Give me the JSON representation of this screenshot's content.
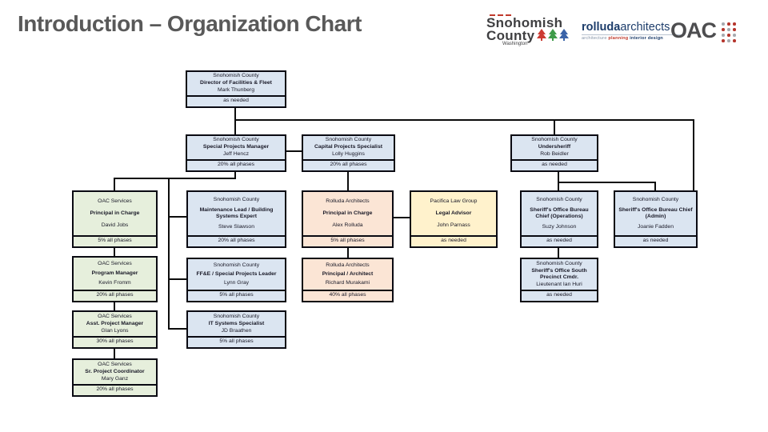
{
  "page": {
    "title": "Introduction – Organization Chart"
  },
  "logos": {
    "snohomish": {
      "line1": "Snohomish",
      "line2": "County",
      "line3": "Washington"
    },
    "rolluda": {
      "name_bold": "rolluda",
      "name_rest": "architects",
      "tag_architecture": "architecture",
      "tag_planning": "planning",
      "tag_interior": "interior design"
    },
    "oac": {
      "name": "OAC"
    }
  },
  "colors": {
    "box_blue": "#dbe5f1",
    "box_green": "#e6efdc",
    "box_peach": "#fbe5d5",
    "box_yellow": "#fff2cc",
    "box_border": "#0a0a12",
    "title_gray": "#595959",
    "accent_red": "#c0392b",
    "logo_blue": "#1d3d6b"
  },
  "chart": {
    "boxes": [
      {
        "color": "blue",
        "org": "Snohomish County",
        "title": "Director of Facilities & Fleet",
        "name": "Mark Thunberg",
        "alloc": "as needed"
      },
      {
        "color": "blue",
        "org": "Snohomish County",
        "title": "Special Projects Manager",
        "name": "Jeff Hencz",
        "alloc": "20% all phases"
      },
      {
        "color": "blue",
        "org": "Snohomish County",
        "title": "Capital Projects Specialist",
        "name": "Lolly Huggins",
        "alloc": "20% all phases"
      },
      {
        "color": "blue",
        "org": "Snohomish County",
        "title": "Undersheriff",
        "name": "Rob Beidler",
        "alloc": "as needed"
      },
      {
        "color": "green",
        "org": "OAC Services",
        "title": "Principal in Charge",
        "name": "David Jobs",
        "alloc": "5% all phases"
      },
      {
        "color": "blue",
        "org": "Snohomish County",
        "title": "Maintenance Lead / Building Systems Expert",
        "name": "Steve Slawson",
        "alloc": "20% all phases"
      },
      {
        "color": "peach",
        "org": "Rolluda Architects",
        "title": "Principal in Charge",
        "name": "Alex Rolluda",
        "alloc": "5% all phases"
      },
      {
        "color": "yellow",
        "org": "Pacifica Law Group",
        "title": "Legal Advisor",
        "name": "John Parnass",
        "alloc": "as needed"
      },
      {
        "color": "blue",
        "org": "Snohomish County",
        "title": "Sheriff's Office Bureau Chief (Operations)",
        "name": "Suzy Johnson",
        "alloc": "as needed"
      },
      {
        "color": "blue",
        "org": "Snohomish County",
        "title": "Sheriff's Office Bureau Chief (Admin)",
        "name": "Joanie Fadden",
        "alloc": "as needed"
      },
      {
        "color": "green",
        "org": "OAC Services",
        "title": "Program Manager",
        "name": "Kevin Fromm",
        "alloc": "20% all phases"
      },
      {
        "color": "blue",
        "org": "Snohomish County",
        "title": "FF&E / Special Projects Leader",
        "name": "Lynn Gray",
        "alloc": "5% all phases"
      },
      {
        "color": "peach",
        "org": "Rolluda Architects",
        "title": "Principal / Architect",
        "name": "Richard Murakami",
        "alloc": "40% all phases"
      },
      {
        "color": "blue",
        "org": "Snohomish County",
        "title": "Sheriff's Office South Precinct Cmdr.",
        "name": "Lieutenant Ian Huri",
        "alloc": "as needed"
      },
      {
        "color": "green",
        "org": "OAC Services",
        "title": "Asst. Project Manager",
        "name": "Glan Lyons",
        "alloc": "30% all phases"
      },
      {
        "color": "blue",
        "org": "Snohomish County",
        "title": "IT Systems Specialist",
        "name": "JD Braathen",
        "alloc": "5% all phases"
      },
      {
        "color": "green",
        "org": "OAC Services",
        "title": "Sr. Project Coordinator",
        "name": "Mary Ganz",
        "alloc": "20% all phases"
      }
    ]
  }
}
